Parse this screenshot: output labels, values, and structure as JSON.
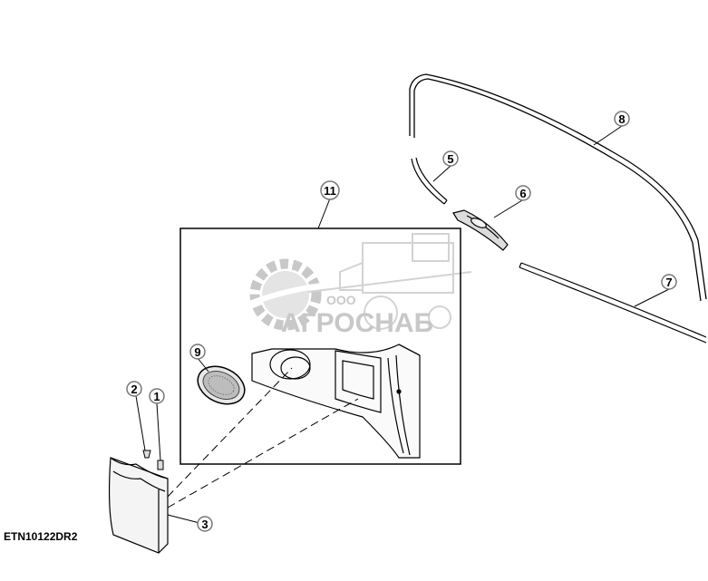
{
  "drawing_id": "ETN10122DR2",
  "watermark": {
    "company_prefix": "ООО",
    "company_name": "АГРОСНАБ"
  },
  "callouts": [
    {
      "id": "1",
      "label": "1",
      "part": "clip"
    },
    {
      "id": "2",
      "label": "2",
      "part": "screw"
    },
    {
      "id": "3",
      "label": "3",
      "part": "storage-pocket"
    },
    {
      "id": "5",
      "label": "5",
      "part": "trim-strip-short"
    },
    {
      "id": "6",
      "label": "6",
      "part": "bracket"
    },
    {
      "id": "7",
      "label": "7",
      "part": "trim-strip-lower"
    },
    {
      "id": "8",
      "label": "8",
      "part": "window-seal"
    },
    {
      "id": "9",
      "label": "9",
      "part": "speaker-grille"
    },
    {
      "id": "11",
      "label": "11",
      "part": "interior-panel"
    }
  ]
}
